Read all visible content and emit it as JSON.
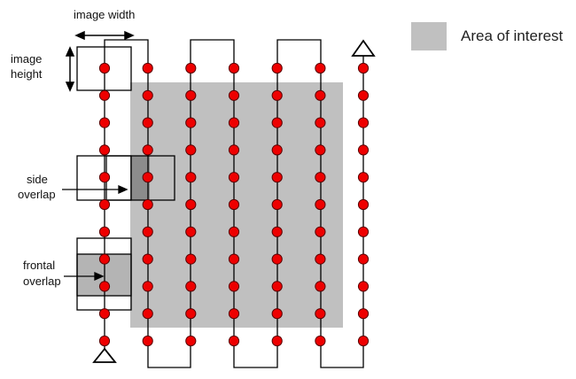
{
  "labels": {
    "image_width": "image width",
    "image_height_line1": "image",
    "image_height_line2": "height",
    "side_overlap_line1": "side",
    "side_overlap_line2": "overlap",
    "frontal_overlap_line1": "frontal",
    "frontal_overlap_line2": "overlap"
  },
  "legend": {
    "label": "Area of interest",
    "color": "#c0c0c0"
  },
  "colors": {
    "area_of_interest": "#c0c0c0",
    "overlap": "#8c8c8c",
    "capture_point": "#ee0000",
    "path": "#000000"
  },
  "flight_path": {
    "strip_count": 7,
    "capture_points_per_strip": 11,
    "start_marker": "triangle-start-marker",
    "end_marker": "triangle-end-marker"
  }
}
